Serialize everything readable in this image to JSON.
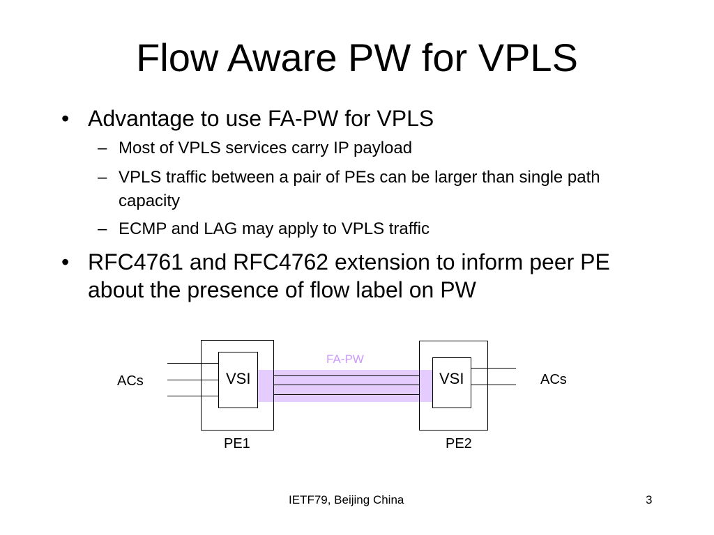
{
  "slide": {
    "title": "Flow Aware PW for VPLS",
    "bullets": [
      {
        "marker": "•",
        "text": "Advantage to use FA-PW for VPLS",
        "sub": [
          {
            "marker": "–",
            "text": "Most of VPLS services carry IP payload"
          },
          {
            "marker": "–",
            "text": "VPLS traffic between a pair of PEs can be larger than single path capacity"
          },
          {
            "marker": "–",
            "text": "ECMP and LAG may apply to VPLS traffic"
          }
        ]
      },
      {
        "marker": "•",
        "text": "RFC4761 and RFC4762 extension to inform peer PE about the presence of flow label on PW"
      }
    ],
    "diagram": {
      "left_acs_label": "ACs",
      "right_acs_label": "ACs",
      "left_vsi_label": "VSI",
      "right_vsi_label": "VSI",
      "pw_label": "FA-PW",
      "left_pe_label": "PE1",
      "right_pe_label": "PE2",
      "pw_color": "#e5ccff",
      "pw_label_color": "#cc99ff"
    },
    "footer": {
      "center_text": "IETF79, Beijing China",
      "page_number": "3"
    }
  }
}
